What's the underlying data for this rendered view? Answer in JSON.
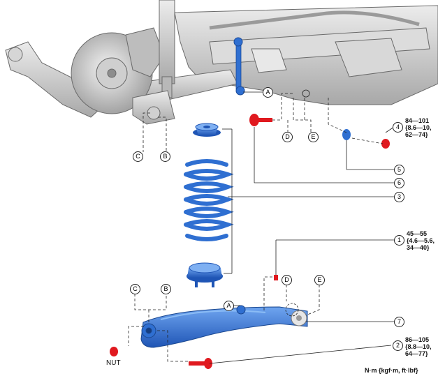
{
  "callouts": {
    "n1": "1",
    "n2": "2",
    "n3": "3",
    "n4": "4",
    "n5": "5",
    "n6": "6",
    "n7": "7",
    "A": "A",
    "B": "B",
    "C": "C",
    "D": "D",
    "E": "E"
  },
  "torque_specs": {
    "spec_4": "84—101\n{8.6—10,\n62—74}",
    "spec_1": "45—55\n{4.6—5.6,\n34—40}",
    "spec_2": "86—105\n{8.8—10,\n64—77}"
  },
  "labels": {
    "nut": "NUT",
    "units": "N·m {kgf·m, ft·lbf}"
  },
  "colors": {
    "part_blue": "#2f6fd1",
    "bolt_red": "#e0191f",
    "chassis_gray": "#c9c9c9"
  }
}
